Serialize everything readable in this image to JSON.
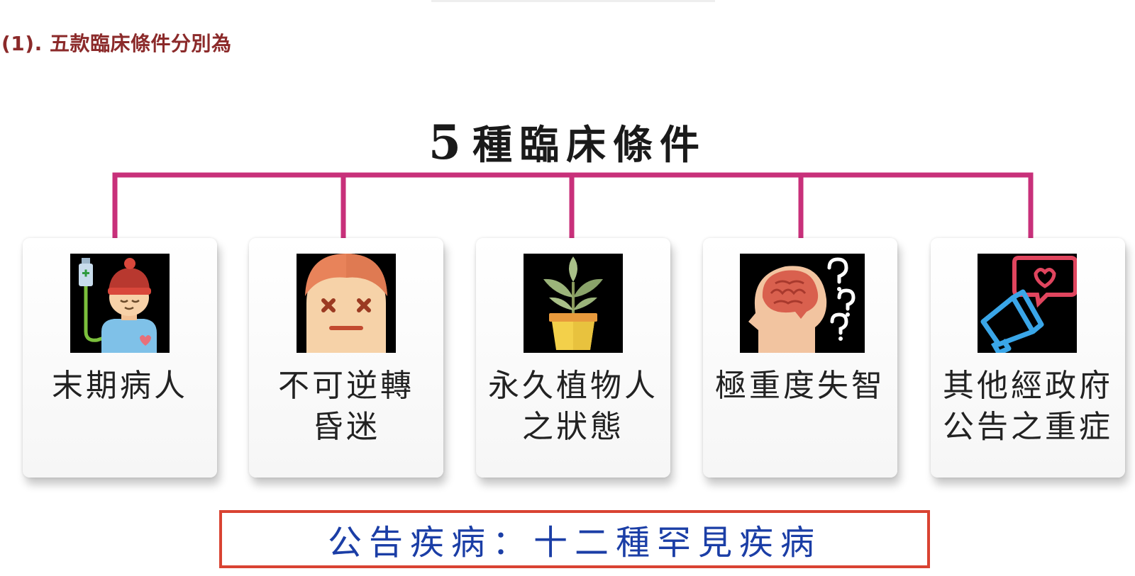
{
  "section_heading": "(1). 五款臨床條件分別為",
  "diagram": {
    "title_number": "5",
    "title_text": "種臨床條件",
    "connector_color": "#c8307a",
    "cards": [
      {
        "label": "末期病人",
        "icon": "terminal-patient-icon"
      },
      {
        "label": "不可逆轉\n昏迷",
        "icon": "irreversible-coma-icon"
      },
      {
        "label": "永久植物人\n之狀態",
        "icon": "potted-plant-icon"
      },
      {
        "label": "極重度失智",
        "icon": "dementia-brain-icon"
      },
      {
        "label": "其他經政府\n公告之重症",
        "icon": "megaphone-heart-icon"
      }
    ]
  },
  "notice": {
    "text": "公告疾病：十二種罕見疾病",
    "border_color": "#d94332",
    "text_color": "#1b3ea6"
  }
}
